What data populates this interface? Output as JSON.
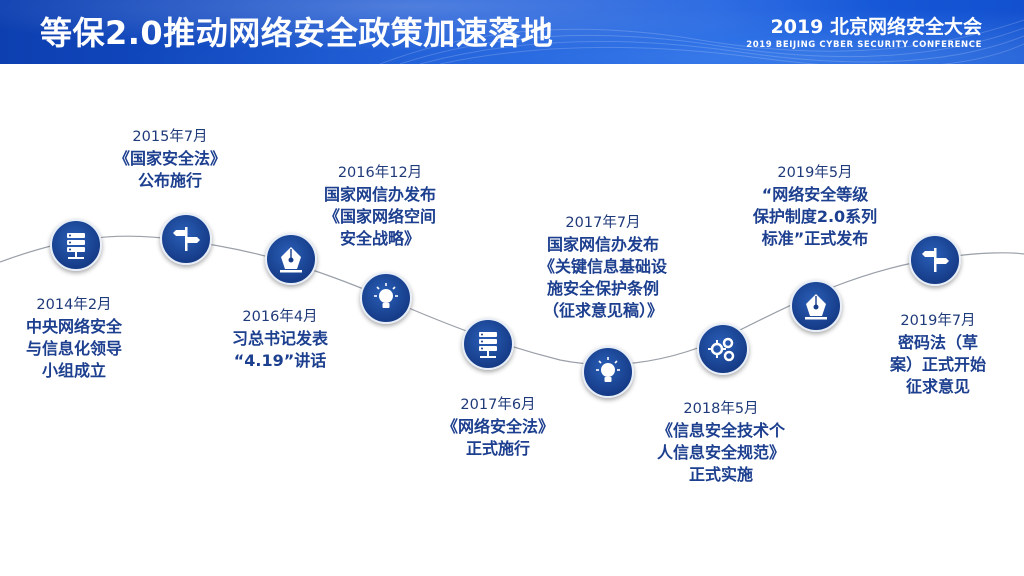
{
  "header": {
    "title": "等保2.0推动网络安全政策加速落地",
    "conference_cn": "2019 北京网络安全大会",
    "conference_en": "2019 BEIJING CYBER SECURITY CONFERENCE"
  },
  "events": [
    {
      "date": "2014年2月",
      "lines": [
        "中央网络安全",
        "与信息化领导",
        "小组成立"
      ],
      "icon": "server-icon"
    },
    {
      "date": "2015年7月",
      "lines": [
        "《国家安全法》",
        "公布施行"
      ],
      "icon": "signpost-icon"
    },
    {
      "date": "2016年4月",
      "lines": [
        "习总书记发表",
        "“4.19”讲话"
      ],
      "icon": "pen-icon"
    },
    {
      "date": "2016年12月",
      "lines": [
        "国家网信办发布",
        "《国家网络空间",
        "安全战略》"
      ],
      "icon": "lightbulb-icon"
    },
    {
      "date": "2017年6月",
      "lines": [
        "《网络安全法》",
        "正式施行"
      ],
      "icon": "server-icon"
    },
    {
      "date": "2017年7月",
      "lines": [
        "国家网信办发布",
        "《关键信息基础设",
        "施安全保护条例",
        "（征求意见稿）》"
      ],
      "icon": "lightbulb-icon"
    },
    {
      "date": "2018年5月",
      "lines": [
        "《信息安全技术个",
        "人信息安全规范》",
        "正式实施"
      ],
      "icon": "gears-icon"
    },
    {
      "date": "2019年5月",
      "lines": [
        "“网络安全等级",
        "保护制度2.0系列",
        "标准”正式发布"
      ],
      "icon": "pen-icon"
    },
    {
      "date": "2019年7月",
      "lines": [
        "密码法（草",
        "案）正式开始",
        "征求意见"
      ],
      "icon": "signpost-icon"
    }
  ]
}
